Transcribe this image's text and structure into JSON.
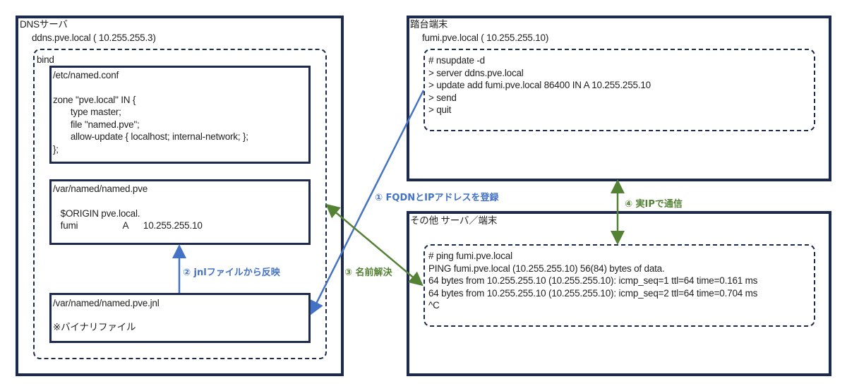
{
  "dns_server": {
    "title": "DNSサーバ",
    "host": "ddns.pve.local ( 10.255.255.3)",
    "container_label": "bind",
    "named_conf": {
      "path": "/etc/named.conf",
      "lines": [
        "",
        "zone \"pve.local\" IN {",
        "       type master;",
        "       file \"named.pve\";",
        "       allow-update { localhost; internal-network; };",
        "};"
      ]
    },
    "zone_file": {
      "path": "/var/named/named.pve",
      "lines": [
        "",
        "   $ORIGIN pve.local.",
        "   fumi                  A      10.255.255.10"
      ]
    },
    "journal_file": {
      "path": "/var/named/named.pve.jnl",
      "note": "※バイナリファイル"
    }
  },
  "bastion": {
    "title": "踏台端末",
    "host": "fumi.pve.local ( 10.255.255.10)",
    "commands": [
      "# nsupdate -d",
      "> server ddns.pve.local",
      "> update add fumi.pve.local 86400 IN A 10.255.255.10",
      "> send",
      "> quit"
    ]
  },
  "other_hosts": {
    "title": "その他 サーバ／端末",
    "commands": [
      "# ping fumi.pve.local",
      "PING fumi.pve.local (10.255.255.10) 56(84) bytes of data.",
      "64 bytes from 10.255.255.10 (10.255.255.10): icmp_seq=1 ttl=64 time=0.161 ms",
      "64 bytes from 10.255.255.10 (10.255.255.10): icmp_seq=2 ttl=64 time=0.704 ms",
      "^C"
    ]
  },
  "arrows": {
    "step1": "① FQDNとIPアドレスを登録",
    "step2": "② jnlファイルから反映",
    "step3": "③ 名前解決",
    "step4": "④ 実IPで通信"
  },
  "colors": {
    "border": "#1b2a4e",
    "blue_arrow": "#4472c4",
    "green_arrow": "#548235"
  }
}
